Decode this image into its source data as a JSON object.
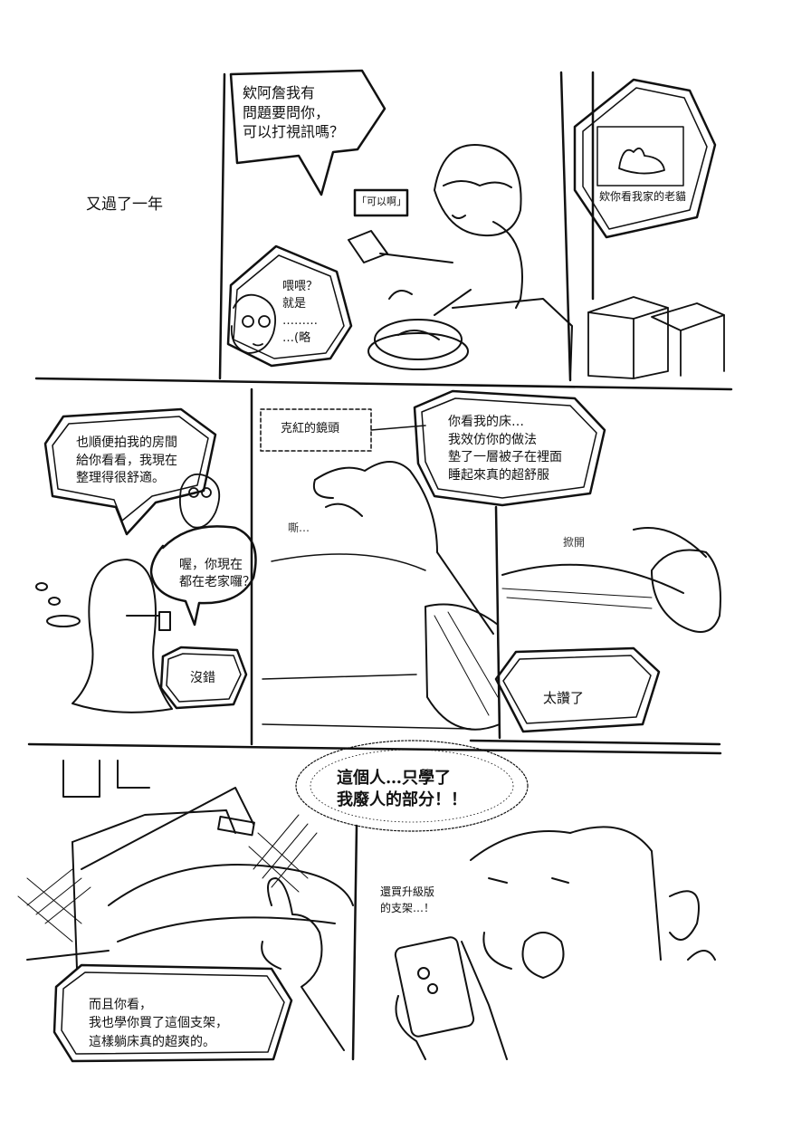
{
  "page": {
    "narration": "又過了一年"
  },
  "panel1": {
    "bubble_question": "欸阿詹我有\n問題要問你，\n可以打視訊嗎？",
    "small_reply": "「可以啊」",
    "phone_bubble": "喂喂？\n就是\n………\n…(略",
    "cat_bubble": "欸你看我家的老貓"
  },
  "panel2": {
    "bubble_room": "也順便拍我的房間\n給你看看，我現在\n整理得很舒適。",
    "bubble_home": "喔，你現在\n都在老家囉？",
    "bubble_yes": "沒錯"
  },
  "panel3": {
    "camera_label": "克紅的鏡頭",
    "bubble_bed": "你看我的床…\n我效仿你的做法\n墊了一層被子在裡面\n睡起來真的超舒服",
    "sfx_sweep": "嘶…",
    "sfx_lift": "掀開",
    "bubble_great": "太讚了"
  },
  "panel4": {
    "shout": "這個人…只學了\n我廢人的部分！！",
    "thought_upgrade": "還買升級版\n的支架…！",
    "bubble_stand": "而且你看，\n我也學你買了這個支架，\n這樣躺床真的超爽的。"
  }
}
